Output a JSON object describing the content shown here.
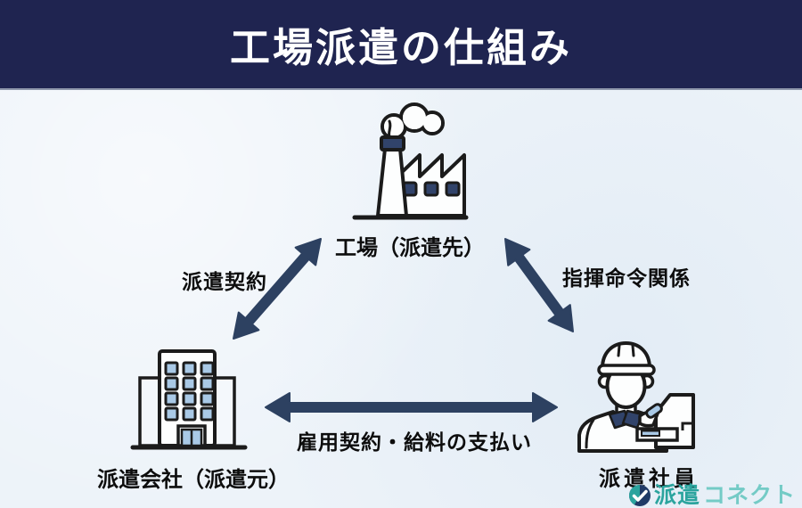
{
  "header": {
    "title": "工場派遣の仕組み"
  },
  "diagram": {
    "nodes": [
      {
        "id": "factory",
        "label": "工場（派遣先）",
        "icon": "factory-icon"
      },
      {
        "id": "agency",
        "label": "派遣会社（派遣元）",
        "icon": "office-building-icon"
      },
      {
        "id": "staff",
        "label": "派遣社員",
        "icon": "helmet-worker-icon"
      }
    ],
    "edges": [
      {
        "from": "派遣会社（派遣元）",
        "to": "工場（派遣先）",
        "label": "派遣契約",
        "style": "double-headed"
      },
      {
        "from": "工場（派遣先）",
        "to": "派遣社員",
        "label": "指揮命令関係",
        "style": "double-headed"
      },
      {
        "from": "派遣会社（派遣元）",
        "to": "派遣社員",
        "label": "雇用契約・給料の支払い",
        "style": "double-headed"
      }
    ]
  },
  "branding": {
    "logo_mark": "check-circle-icon",
    "logo_text_primary": "派遣",
    "logo_text_secondary": "コネクト"
  },
  "colors": {
    "header_bg": "#1f2450",
    "header_text": "#ffffff",
    "canvas_bg": "#edf3f9",
    "arrow": "#2d4161",
    "label_text": "#0d0d0d",
    "icon_outline": "#1b1b1b",
    "icon_navy": "#31436a",
    "icon_light_blue": "#a9c9e6",
    "logo_teal": "#2ba49e",
    "logo_teal_light": "#74cbc6"
  }
}
